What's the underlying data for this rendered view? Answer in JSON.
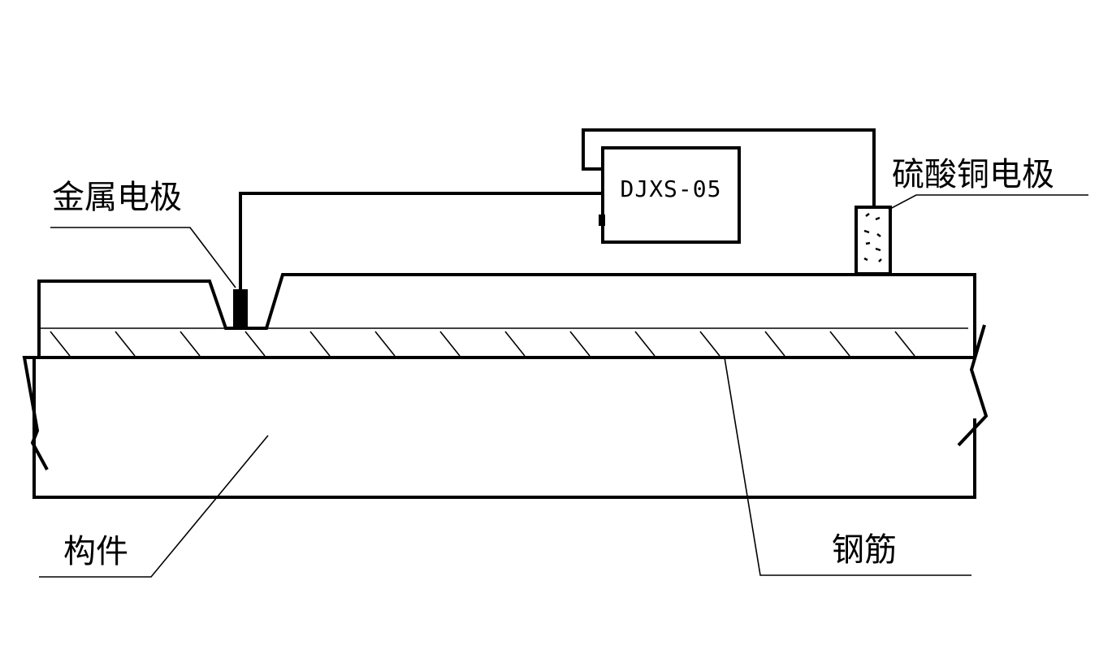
{
  "labels": {
    "metal_electrode": "金属电极",
    "cuso4_electrode": "硫酸铜电极",
    "member": "构件",
    "rebar": "钢筋"
  },
  "instrument": {
    "model": "DJXS-05"
  }
}
